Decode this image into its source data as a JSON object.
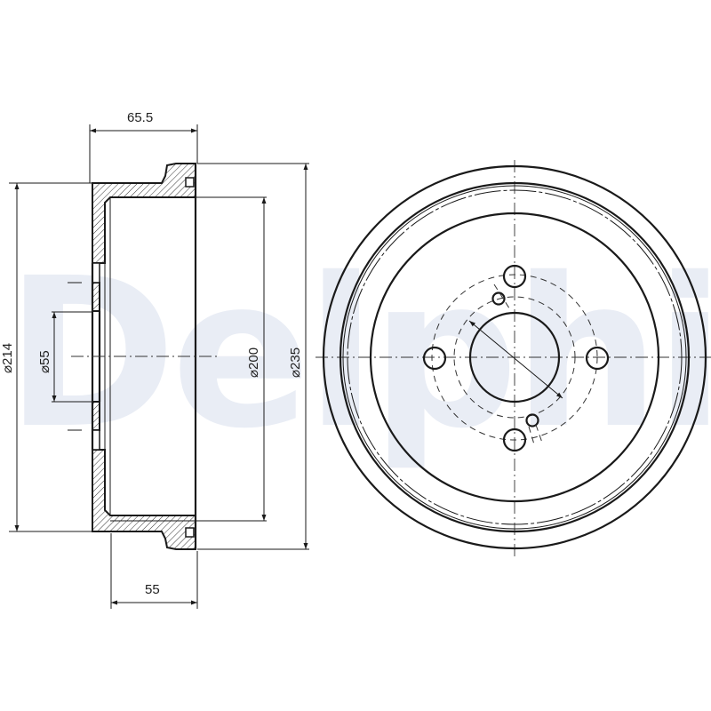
{
  "drawing": {
    "subject": "Brake drum technical drawing",
    "watermark": "Delphi",
    "watermark_color": "#e9edf5",
    "line_color": "#1a1a1a"
  },
  "side_view": {
    "dimensions": {
      "overall_width": "65.5",
      "inner_depth": "55",
      "diameter_214": "⌀214",
      "center_bore": "⌀55",
      "drum_inner": "⌀200",
      "drum_outer": "⌀235"
    }
  },
  "front_view": {
    "bolt_holes": 4,
    "small_holes": 2,
    "features": [
      "outer rim",
      "braking surface",
      "hub center bore",
      "bolt circle"
    ]
  }
}
